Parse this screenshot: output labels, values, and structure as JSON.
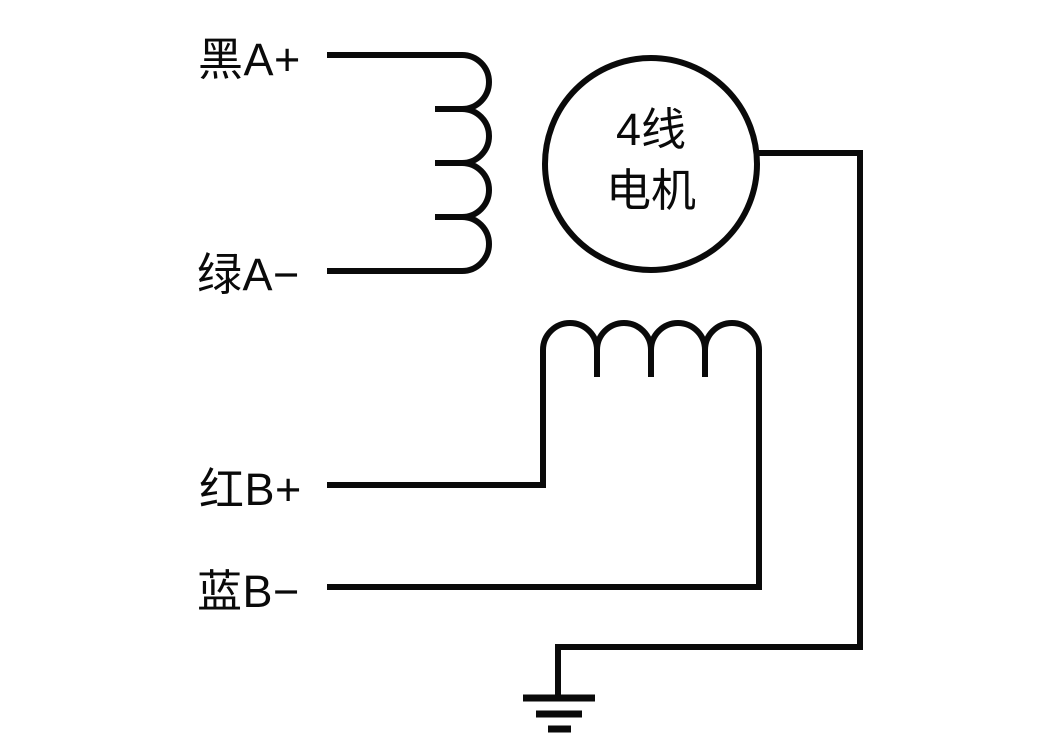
{
  "diagram": {
    "motor": {
      "line1": "4线",
      "line2": "电机"
    },
    "labels": {
      "a_plus": "黑A+",
      "a_minus": "绿A−",
      "b_plus": "红B+",
      "b_minus": "蓝B−"
    },
    "colors": {
      "line": "#0a0a0a",
      "background": "#ffffff"
    }
  }
}
